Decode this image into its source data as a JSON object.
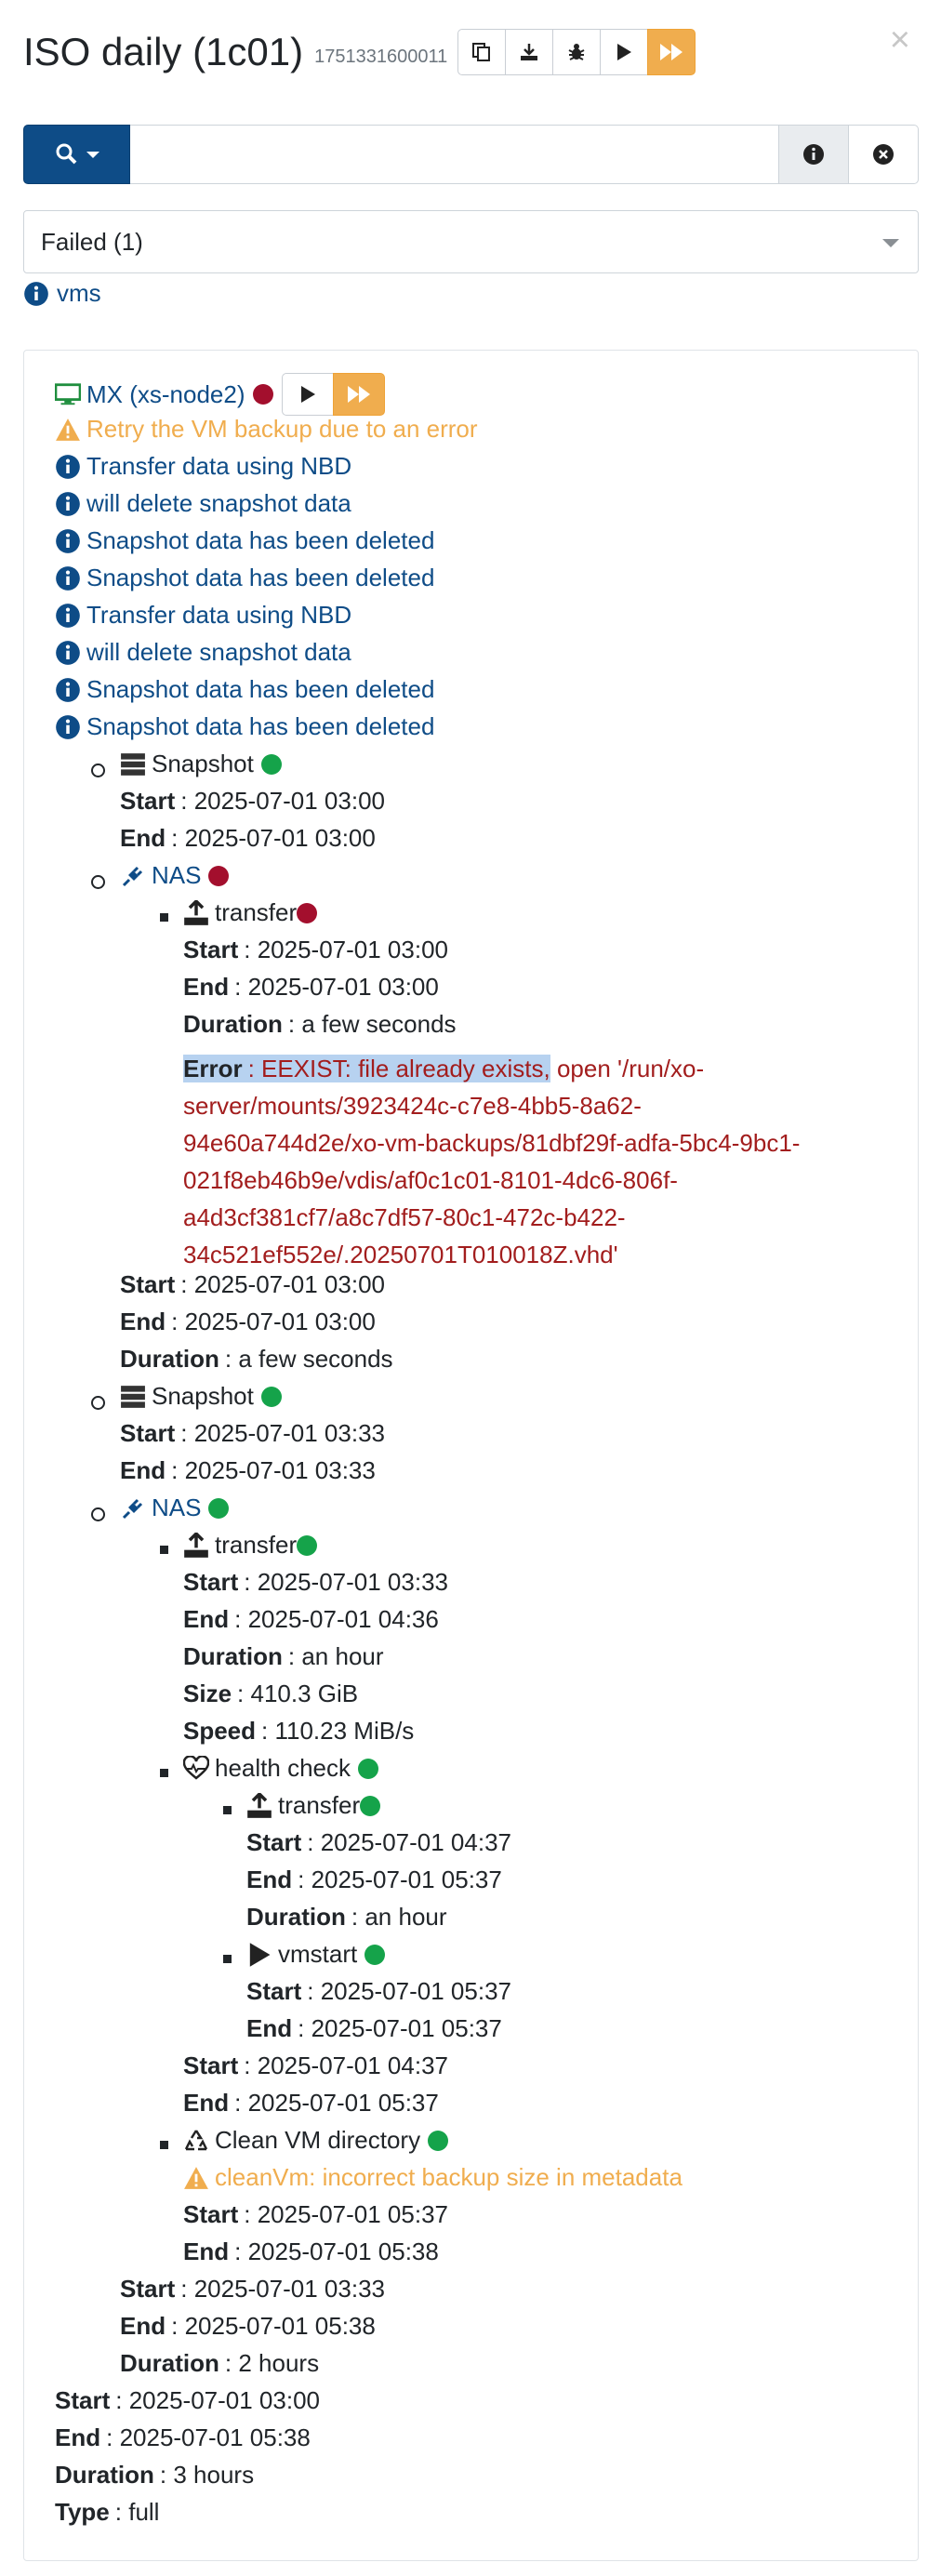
{
  "header": {
    "title": "ISO daily (1c01)",
    "subtitle": "1751331600011",
    "buttons": [
      "copy-icon",
      "download-icon",
      "bug-icon",
      "play-icon",
      "fast-forward-icon"
    ]
  },
  "search": {
    "value": ""
  },
  "filter": {
    "selected": "Failed (1)"
  },
  "vms_link": "vms",
  "vm": {
    "label": "MX (xs-node2)"
  },
  "messages": [
    {
      "type": "warning",
      "text": "Retry the VM backup due to an error"
    },
    {
      "type": "info",
      "text": "Transfer data using NBD"
    },
    {
      "type": "info",
      "text": "will delete snapshot data"
    },
    {
      "type": "info",
      "text": "Snapshot data has been deleted"
    },
    {
      "type": "info",
      "text": "Snapshot data has been deleted"
    },
    {
      "type": "info",
      "text": "Transfer data using NBD"
    },
    {
      "type": "info",
      "text": "will delete snapshot data"
    },
    {
      "type": "info",
      "text": "Snapshot data has been deleted"
    },
    {
      "type": "info",
      "text": "Snapshot data has been deleted"
    }
  ],
  "labels": {
    "start": "Start",
    "end": "End",
    "duration": "Duration",
    "size": "Size",
    "speed": "Speed",
    "type": "Type",
    "error": "Error"
  },
  "tasks": {
    "snapshot1": {
      "name": "Snapshot",
      "start": "2025-07-01 03:00",
      "end": "2025-07-01 03:00"
    },
    "nas1": {
      "name": "NAS",
      "transfer": {
        "name": "transfer",
        "start": "2025-07-01 03:00",
        "end": "2025-07-01 03:00",
        "duration": "a few seconds",
        "error_code": "EEXIST: file already exists,",
        "error_lines": [
          "open '/run/xo-",
          "server/mounts/3923424c-c7e8-4bb5-8a62-",
          "94e60a744d2e/xo-vm-backups/81dbf29f-adfa-5bc4-9bc1-",
          "021f8eb46b9e/vdis/af0c1c01-8101-4dc6-806f-",
          "a4d3cf381cf7/a8c7df57-80c1-472c-b422-",
          "34c521ef552e/.20250701T010018Z.vhd'"
        ]
      },
      "start": "2025-07-01 03:00",
      "end": "2025-07-01 03:00",
      "duration": "a few seconds"
    },
    "snapshot2": {
      "name": "Snapshot",
      "start": "2025-07-01 03:33",
      "end": "2025-07-01 03:33"
    },
    "nas2": {
      "name": "NAS",
      "transfer": {
        "name": "transfer",
        "start": "2025-07-01 03:33",
        "end": "2025-07-01 04:36",
        "duration": "an hour",
        "size": "410.3 GiB",
        "speed": "110.23 MiB/s"
      },
      "health": {
        "name": "health check",
        "transfer": {
          "name": "transfer",
          "start": "2025-07-01 04:37",
          "end": "2025-07-01 05:37",
          "duration": "an hour"
        },
        "vmstart": {
          "name": "vmstart",
          "start": "2025-07-01 05:37",
          "end": "2025-07-01 05:37"
        },
        "start": "2025-07-01 04:37",
        "end": "2025-07-01 05:37"
      },
      "clean": {
        "name": "Clean VM directory",
        "warning": "cleanVm: incorrect backup size in metadata",
        "start": "2025-07-01 05:37",
        "end": "2025-07-01 05:38"
      },
      "start": "2025-07-01 03:33",
      "end": "2025-07-01 05:38",
      "duration": "2 hours"
    }
  },
  "summary": {
    "start": "2025-07-01 03:00",
    "end": "2025-07-01 05:38",
    "duration": "3 hours",
    "type": "full"
  },
  "colors": {
    "primary": "#0e4c87",
    "warning": "#f0ad4e",
    "danger": "#a30f2d",
    "success": "#15a34a",
    "vm_icon": "#1f8e3e"
  }
}
